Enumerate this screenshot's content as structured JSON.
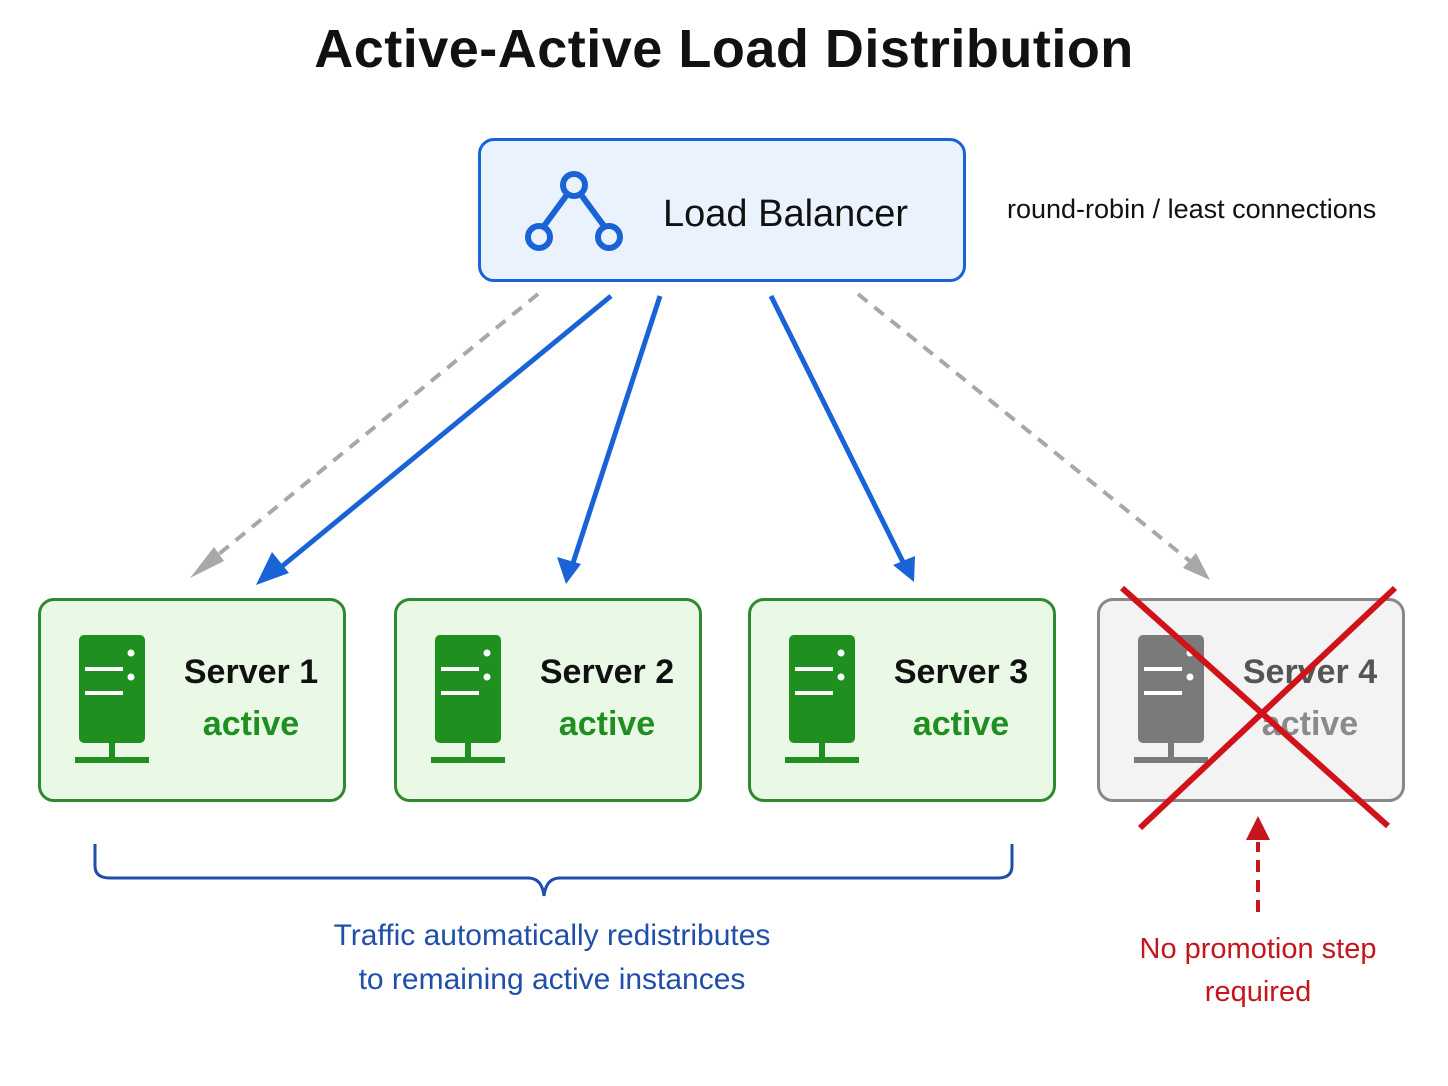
{
  "title": "Active-Active Load Distribution",
  "load_balancer": {
    "label": "Load Balancer",
    "icon": "network-nodes-icon",
    "note": "round-robin / least connections"
  },
  "servers": [
    {
      "name": "Server 1",
      "status": "active",
      "state": "up"
    },
    {
      "name": "Server 2",
      "status": "active",
      "state": "up"
    },
    {
      "name": "Server 3",
      "status": "active",
      "state": "up"
    },
    {
      "name": "Server 4",
      "status": "active",
      "state": "failed"
    }
  ],
  "redistribution_caption": {
    "line1": "Traffic automatically redistributes",
    "line2": "to remaining active instances"
  },
  "failure_note": {
    "line1": "No promotion step",
    "line2": "required"
  },
  "colors": {
    "primary_blue": "#1a63d6",
    "active_green": "#1f8f1f",
    "failed_red": "#c4161c",
    "dashed_gray": "#a8a8a8"
  }
}
